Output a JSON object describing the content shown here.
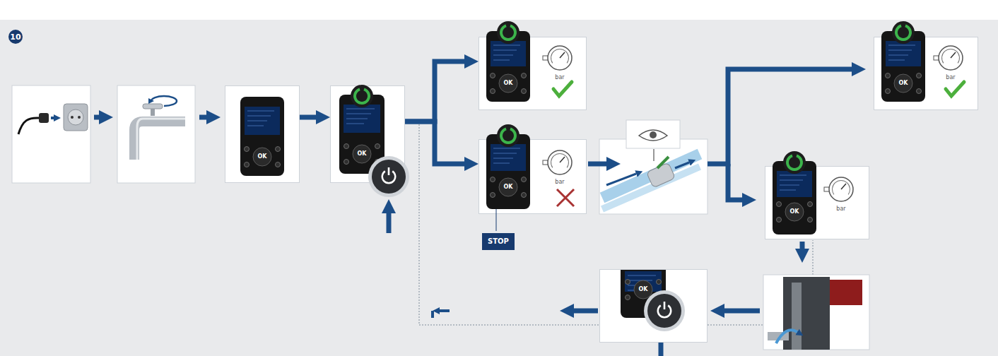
{
  "diagram": {
    "nodes": [
      {
        "text": [
          "OK"
        ]
      },
      {
        "text": [
          "OK"
        ]
      },
      {
        "text": [
          "OK",
          "bar"
        ]
      },
      {
        "text": [
          "OK",
          "bar"
        ]
      },
      {
        "text": [
          "OK",
          "bar"
        ]
      },
      {
        "text": [
          "OK",
          "bar"
        ]
      },
      {
        "text": [
          "OK"
        ]
      }
    ],
    "edges": [
      {
        "from": 0,
        "to": 1,
        "arrow": "to"
      },
      {
        "from": 1,
        "to": 2,
        "arrow": "to"
      },
      {
        "from": 1,
        "to": 3,
        "arrow": "to"
      }
    ],
    "labels": [
      "10",
      "STOP"
    ]
  }
}
